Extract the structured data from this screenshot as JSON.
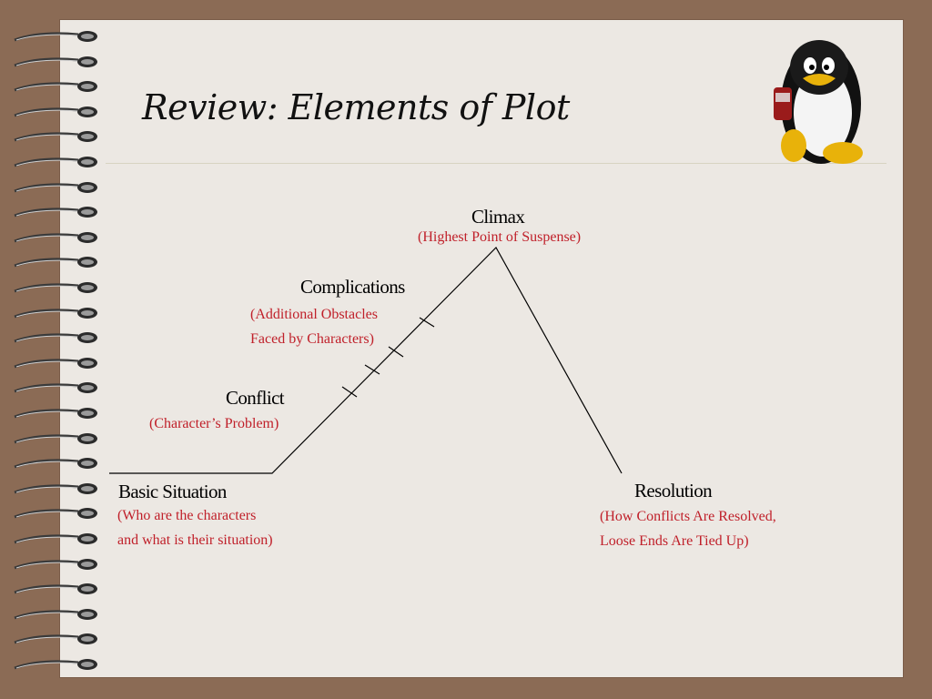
{
  "slide": {
    "title": "Review:  Elements of Plot"
  },
  "plot": {
    "climax": {
      "label": "Climax",
      "note": "(Highest Point of Suspense)"
    },
    "complications": {
      "label": "Complications",
      "note_line1": "(Additional Obstacles",
      "note_line2": "Faced by Characters)"
    },
    "conflict": {
      "label": "Conflict",
      "note": "(Character’s Problem)"
    },
    "basic_situation": {
      "label": "Basic Situation",
      "note_line1": "(Who are the characters",
      "note_line2": "and what is their situation)"
    },
    "resolution": {
      "label": "Resolution",
      "note_line1": "(How Conflicts Are Resolved,",
      "note_line2": "Loose Ends Are Tied Up)"
    }
  },
  "colors": {
    "background": "#8b6b55",
    "page": "#ece8e3",
    "note_text": "#c0202a",
    "label_text": "#000000"
  },
  "icons": [
    "spiral-ring-icon",
    "penguin-mascot-icon"
  ]
}
